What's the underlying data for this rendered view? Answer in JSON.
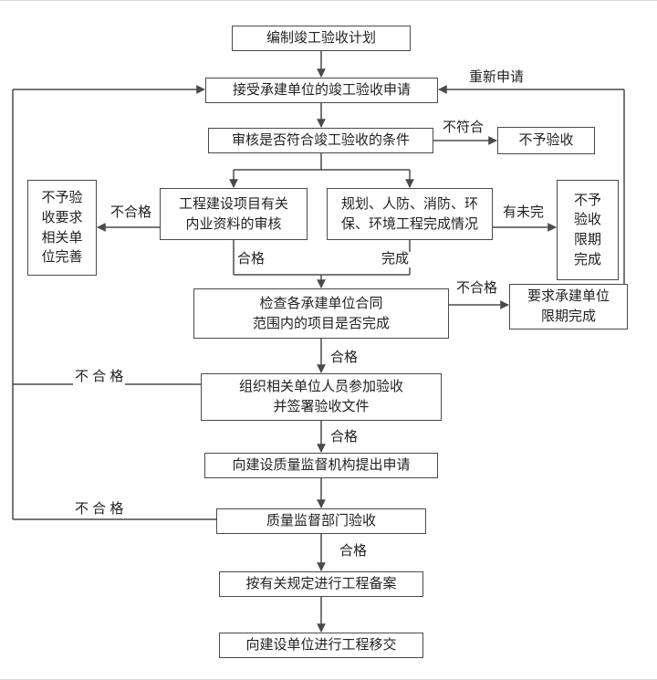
{
  "diagram": {
    "nodes": {
      "plan": "编制竣工验收计划",
      "accept_application": "接受承建单位的竣工验收申请",
      "review_conditions": "审核是否符合竣工验收的条件",
      "no_acceptance": "不予验收",
      "doc_review": "工程建设项目有关\n内业资料的审核",
      "completion_status": "规划、人防、消防、环\n保、环境工程完成情况",
      "improve": "不予验\n收要求\n相关单\n位完善",
      "deadline_complete": "不予\n验收\n限期\n完成",
      "check_contract": "检查各承建单位合同\n范围内的项目是否完成",
      "require_deadline": "要求承建单位\n限期完成",
      "organize_acceptance": "组织相关单位人员参加验收\n并签署验收文件",
      "apply_supervision": "向建设质量监督机构提出申请",
      "supervision_acceptance": "质量监督部门验收",
      "filing": "按有关规定进行工程备案",
      "handover": "向建设单位进行工程移交"
    },
    "labels": {
      "reapply": "重新申请",
      "not_conform": "不符合",
      "unqualified_doc": "不合格",
      "incomplete": "有未完",
      "qualified_doc": "合格",
      "complete": "完成",
      "unqualified_contract": "不合格",
      "qualified_contract": "合格",
      "unqualified_organize": "不 合 格",
      "qualified_organize": "合格",
      "unqualified_supervision": "不 合 格",
      "qualified_supervision": "合格"
    },
    "colors": {
      "line": "#4a4a4a",
      "text": "#222222",
      "background": "#ffffff"
    }
  }
}
